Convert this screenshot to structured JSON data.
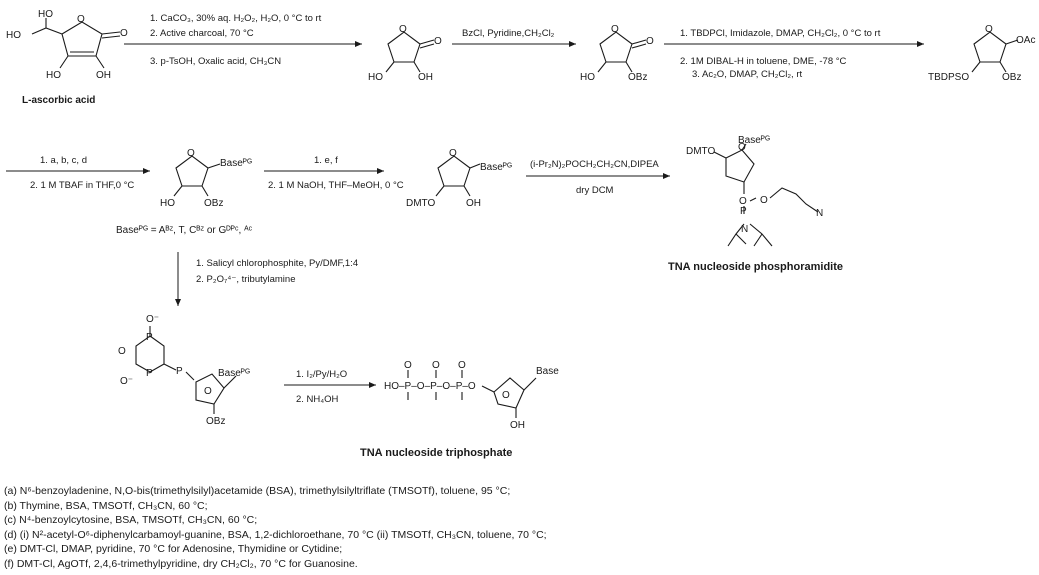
{
  "compounds": {
    "start_name": "L-ascorbic acid",
    "phosphoramidite_name": "TNA nucleoside phosphoramidite",
    "triphosphate_name": "TNA nucleoside triphosphate",
    "base_pg_def": "Baseᴾᴳ = Aᴮᶻ, T, Cᴮᶻ or Gᴰᴾᶜ, ᴬᶜ"
  },
  "steps": {
    "s1_line1": "1. CaCO₃, 30% aq. H₂O₂, H₂O, 0 °C to rt",
    "s1_line2": "2. Active charcoal, 70 °C",
    "s1_line3": "3. p-TsOH, Oxalic acid, CH₃CN",
    "s2_line1": "BzCl, Pyridine,CH₂Cl₂",
    "s3_line1": "1. TBDPCl, Imidazole, DMAP, CH₂Cl₂, 0 °C to rt",
    "s3_line2": "2. 1M DIBAL-H in toluene, DME, -78 °C",
    "s3_line3": "3. Ac₂O, DMAP, CH₂Cl₂, rt",
    "s4_line1": "1. a, b, c, d",
    "s4_line2": "2. 1 M TBAF in THF,0 °C",
    "s5_line1": "1. e, f",
    "s5_line2": "2. 1 M NaOH, THF–MeOH, 0 °C",
    "s6_line1": "(i-Pr₂N)₂POCH₂CH₂CN,DIPEA",
    "s6_line2": "dry DCM",
    "s7_line1": "1. Salicyl chlorophosphite, Py/DMF,1:4",
    "s7_line2": "2. P₂O₇⁴⁻, tributylamine",
    "s8_line1": "1. I₂/Py/H₂O",
    "s8_line2": "2. NH₄OH"
  },
  "atoms": {
    "ho": "HO",
    "oh": "OH",
    "o": "O",
    "obz": "OBz",
    "oac": "OAc",
    "tbdpso": "TBDPSO",
    "dmto": "DMTO",
    "base_pg": "Baseᴾᴳ",
    "base": "Base",
    "p": "P",
    "n": "N",
    "o_minus": "O⁻",
    "hop": "HO–P–O–P–O–P–O"
  },
  "footnotes": [
    "(a) N⁶-benzoyladenine, N,O-bis(trimethylsilyl)acetamide (BSA), trimethylsilyltriflate (TMSOTf), toluene, 95 °C;",
    "(b) Thymine, BSA, TMSOTf, CH₃CN, 60 °C;",
    "(c) N⁴-benzoylcytosine, BSA, TMSOTf, CH₃CN, 60 °C;",
    "(d) (i) N²-acetyl-O⁶-diphenylcarbamoyl-guanine, BSA, 1,2-dichloroethane, 70 °C (ii) TMSOTf, CH₃CN, toluene, 70 °C;",
    "(e) DMT-Cl, DMAP, pyridine, 70 °C for Adenosine, Thymidine or Cytidine;",
    "(f) DMT-Cl, AgOTf, 2,4,6-trimethylpyridine, dry CH₂Cl₂, 70 °C for Guanosine."
  ]
}
